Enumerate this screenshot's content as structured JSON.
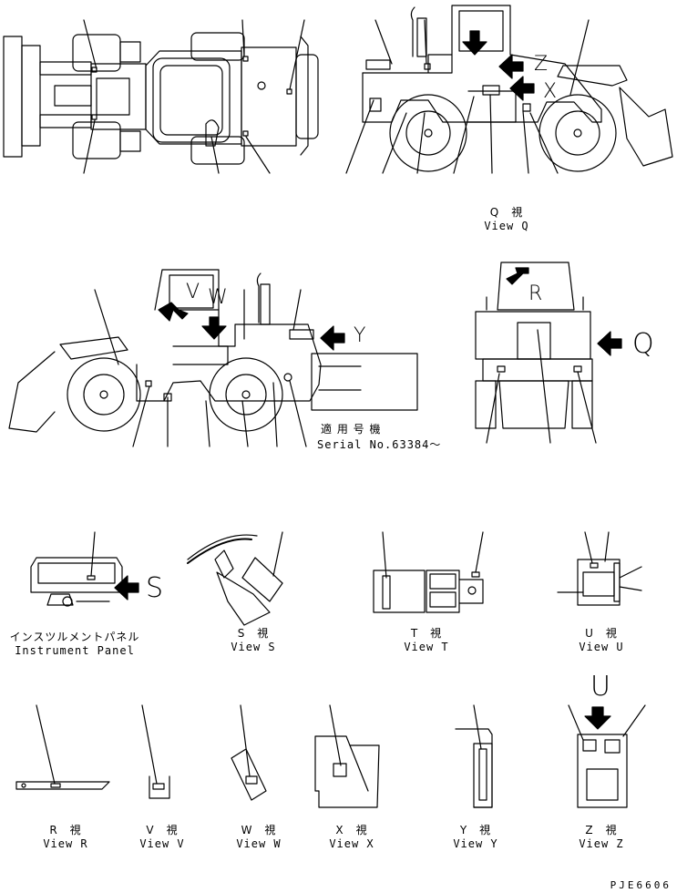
{
  "views": {
    "q": {
      "jp": "Q　視",
      "en": "View Q"
    },
    "s": {
      "jp": "S　視",
      "en": "View S"
    },
    "t": {
      "jp": "T　視",
      "en": "View T"
    },
    "u": {
      "jp": "U　視",
      "en": "View U"
    },
    "r": {
      "jp": "R　視",
      "en": "View R"
    },
    "v": {
      "jp": "V　視",
      "en": "View V"
    },
    "w": {
      "jp": "W　視",
      "en": "View W"
    },
    "x": {
      "jp": "X　視",
      "en": "View X"
    },
    "y": {
      "jp": "Y　視",
      "en": "View Y"
    },
    "z": {
      "jp": "Z　視",
      "en": "View Z"
    }
  },
  "instrument_panel": {
    "jp": "インスツルメントパネル",
    "en": "Instrument Panel"
  },
  "serial": {
    "jp": "適 用 号 機",
    "en": "Serial No.63384～"
  },
  "view_letters": {
    "z": "Z",
    "x": "X",
    "v": "V",
    "w": "W",
    "y": "Y",
    "r": "R",
    "q": "Q",
    "s": "S",
    "u": "U"
  },
  "drawing_code": "PJE6606"
}
